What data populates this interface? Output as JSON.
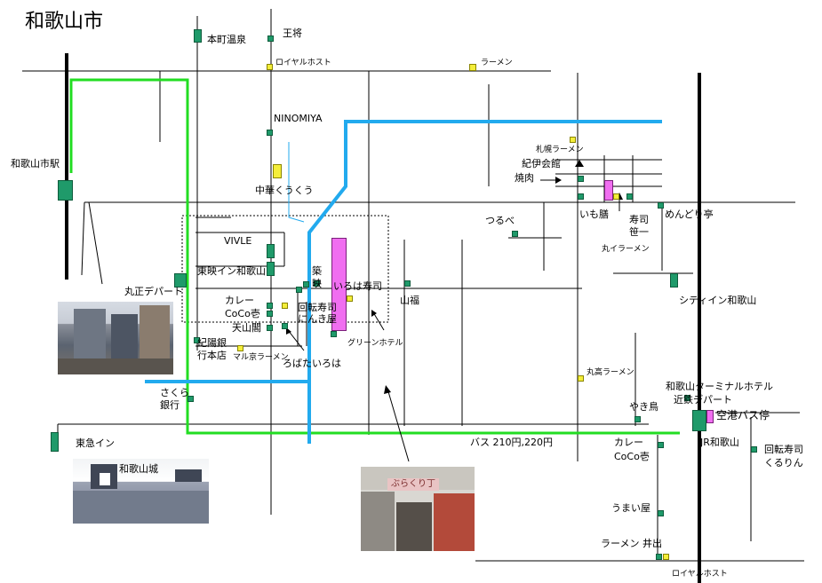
{
  "title": "和歌山市",
  "colors": {
    "jr_line": "#22dd22",
    "bus_route": "#22aaee",
    "restaurant": "#1f9a6a",
    "ramen_shop": "#f4ee3a",
    "arcade": "#f06ef0"
  },
  "labels": {
    "motomachi_onsen": "本町温泉",
    "osho": "王将",
    "royal_host_n": "ロイヤルホスト",
    "ramen_n": "ラーメン",
    "ninomiya": "NINOMIYA",
    "wakayamashi_eki": "和歌山市駅",
    "chuka_kuukuu": "中華くうくう",
    "sapporo_ramen": "札幌ラーメン",
    "kinokuniya": "紀伊会館",
    "yakiniku": "焼肉",
    "imotsuru": "いも膳",
    "sushi_sasaichi_1": "寿司",
    "sushi_sasaichi_2": "笹一",
    "marui_ramen": "丸イラーメン",
    "tsurube": "つるべ",
    "mendori": "めんどり亭",
    "vivle": "VIVLE",
    "toei_inn": "東映イン和歌山",
    "marusho_depart": "丸正デパート",
    "chikuei_1": "築",
    "chikuei_2": "映",
    "iroha_sushi": "いろは寿司",
    "yamafuku": "山福",
    "city_inn": "シティイン和歌山",
    "curry_1": "カレー",
    "coco_1": "CoCo壱",
    "kaiten_nikiya_1": "回転寿司",
    "kaiten_nikiya_2": "にんき屋",
    "tenzankaku": "天山閣",
    "kiyo_bank_1": "紀陽銀",
    "kiyo_bank_2": "行本店",
    "maru_kyo_ramen": "マル京ラーメン",
    "green_hotel": "グリーンホテル",
    "robata_iroha": "ろばたいろは",
    "marutaka_ramen": "丸高ラーメン",
    "terminal_hotel": "和歌山ターミナルホテル",
    "kintetsu": "近鉄デパート",
    "yakitori": "やき鳥",
    "airport_bus": "空港バス停",
    "sakura_bank_1": "さくら",
    "sakura_bank_2": "銀行",
    "toyoko_inn": "東急イン",
    "bus_fare": "バス 210円,220円",
    "curry_2": "カレー",
    "coco_2": "CoCo壱",
    "jr_wakayama": "JR和歌山",
    "kaiten_kururin_1": "回転寿司",
    "kaiten_kururin_2": "くるりん",
    "wakayama_castle": "和歌山城",
    "umaiya": "うまい屋",
    "ramen_ide": "ラーメン 井出",
    "royal_host_s": "ロイヤルホスト",
    "burakuri_sign": "ぶらくり丁"
  }
}
